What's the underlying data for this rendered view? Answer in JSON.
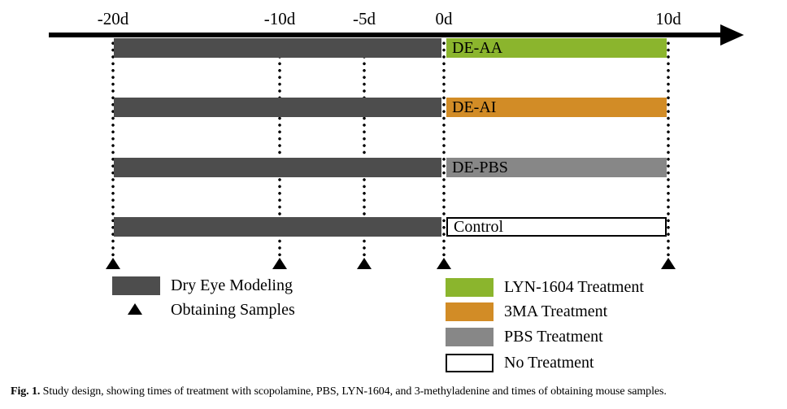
{
  "timeline": {
    "ticks": [
      {
        "label": "-20d"
      },
      {
        "label": "-10d"
      },
      {
        "label": "-5d"
      },
      {
        "label": "0d"
      },
      {
        "label": "10d"
      }
    ],
    "sample_times": [
      "-20d",
      "-10d",
      "-5d",
      "0d",
      "10d"
    ]
  },
  "rows": [
    {
      "label": "DE-AA",
      "modeling_period": "-20d to 0d",
      "treatment_period": "0d to 10d",
      "treatment_color": "#8bb52d"
    },
    {
      "label": "DE-AI",
      "modeling_period": "-20d to 0d",
      "treatment_period": "0d to 10d",
      "treatment_color": "#d28c26"
    },
    {
      "label": "DE-PBS",
      "modeling_period": "-20d to 0d",
      "treatment_period": "0d to 10d",
      "treatment_color": "#878787"
    },
    {
      "label": "Control",
      "modeling_period": "-20d to 0d",
      "treatment_period": "0d to 10d",
      "treatment_color": "#ffffff"
    }
  ],
  "colors": {
    "dry_eye_modeling": "#4d4d4d",
    "lyn1604_treatment": "#8bb52d",
    "threema_treatment": "#d28c26",
    "pbs_treatment": "#878787",
    "no_treatment": "#ffffff",
    "axis": "#000000"
  },
  "legend_left": [
    {
      "label": "Dry Eye Modeling",
      "swatch": "dark-rectangle"
    },
    {
      "label": "Obtaining Samples",
      "swatch": "triangle"
    }
  ],
  "legend_right": [
    {
      "label": "LYN-1604 Treatment",
      "color": "#8bb52d"
    },
    {
      "label": "3MA Treatment",
      "color": "#d28c26"
    },
    {
      "label": "PBS Treatment",
      "color": "#878787"
    },
    {
      "label": "No Treatment",
      "color": "#ffffff"
    }
  ],
  "caption": {
    "fig_label": "Fig. 1.",
    "text": "Study design, showing times of treatment with scopolamine, PBS, LYN-1604, and 3-methyladenine and times of obtaining mouse samples."
  }
}
